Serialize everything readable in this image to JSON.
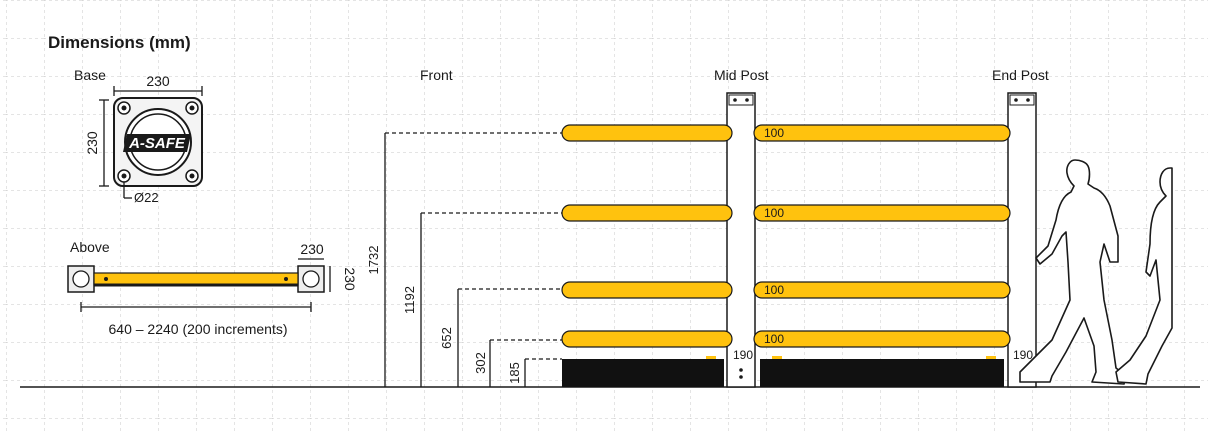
{
  "title": "Dimensions (mm)",
  "base": {
    "label": "Base",
    "width": "230",
    "height": "230",
    "hole": "Ø22"
  },
  "above": {
    "label": "Above",
    "post_size_top": "230",
    "post_size_side": "230",
    "length_range": "640 – 2240 (200 increments)"
  },
  "front": {
    "label": "Front",
    "heights": [
      "1732",
      "1192",
      "652",
      "302",
      "185"
    ]
  },
  "rails": {
    "diameter_labels": [
      "100",
      "100",
      "100",
      "100"
    ]
  },
  "mid_post": {
    "label": "Mid Post",
    "width": "190"
  },
  "end_post": {
    "label": "End Post",
    "width": "190"
  },
  "colors": {
    "rail_yellow": "#ffc20e",
    "foot_black": "#111111",
    "grid": "#cfcfcf"
  }
}
